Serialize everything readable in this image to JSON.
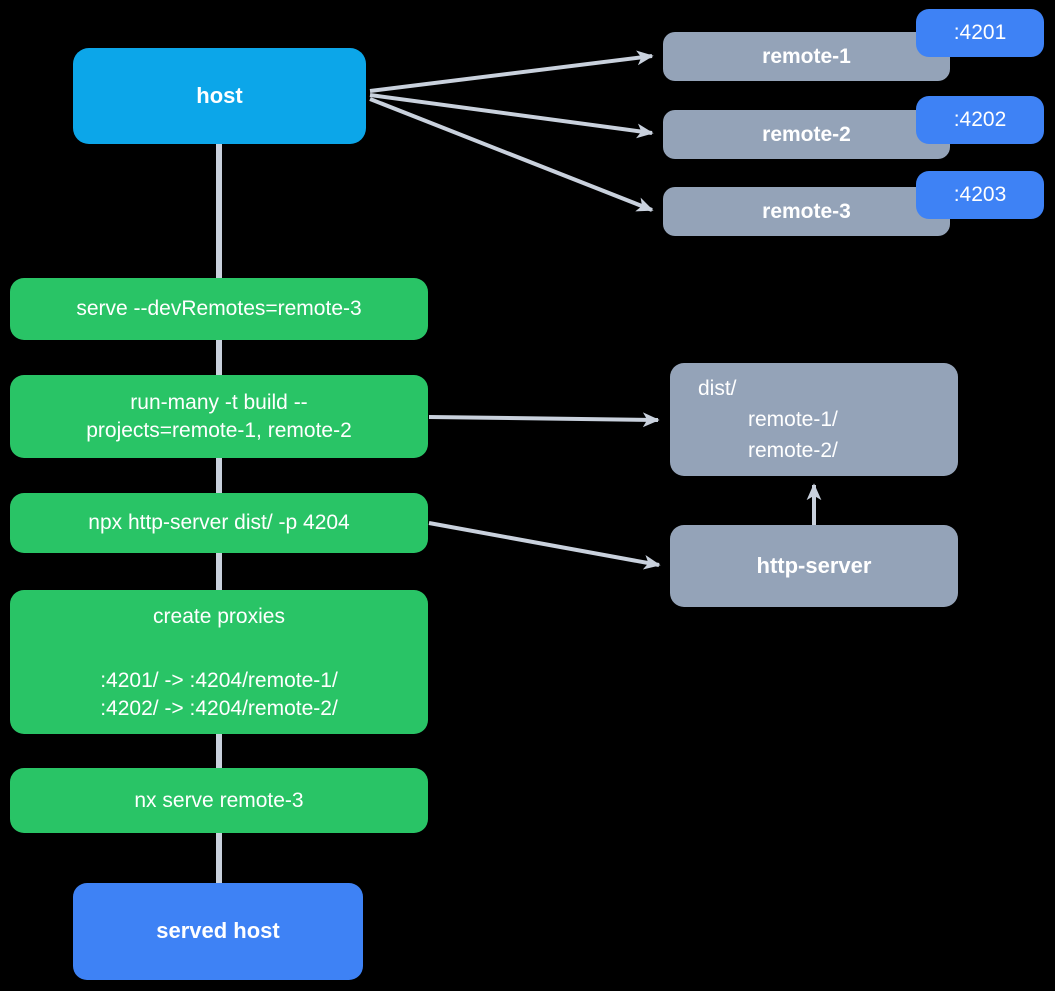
{
  "canvas": {
    "background": "#000000"
  },
  "palette": {
    "host_blue": "#0ca6e9",
    "action_green": "#29c466",
    "remote_gray": "#94a3b8",
    "port_blue": "#3e82f5",
    "edge_gray": "#c9d1dd",
    "text_white": "#ffffff"
  },
  "diagram": {
    "host": {
      "label": "host"
    },
    "remotes": [
      {
        "label": "remote-1",
        "port": ":4201"
      },
      {
        "label": "remote-2",
        "port": ":4202"
      },
      {
        "label": "remote-3",
        "port": ":4203"
      }
    ],
    "steps": [
      {
        "label": "serve --devRemotes=remote-3"
      },
      {
        "line1": "run-many -t build --",
        "line2": "projects=remote-1, remote-2"
      },
      {
        "label": "npx http-server dist/ -p 4204"
      },
      {
        "title": "create proxies",
        "line1": ":4201/ -> :4204/remote-1/",
        "line2": ":4202/ -> :4204/remote-2/"
      },
      {
        "label": "nx serve remote-3"
      }
    ],
    "dist_folder": {
      "line1": "dist/",
      "line2": "remote-1/",
      "line3": "remote-2/"
    },
    "http_server": {
      "label": "http-server"
    },
    "served_host": {
      "label": "served host"
    }
  }
}
